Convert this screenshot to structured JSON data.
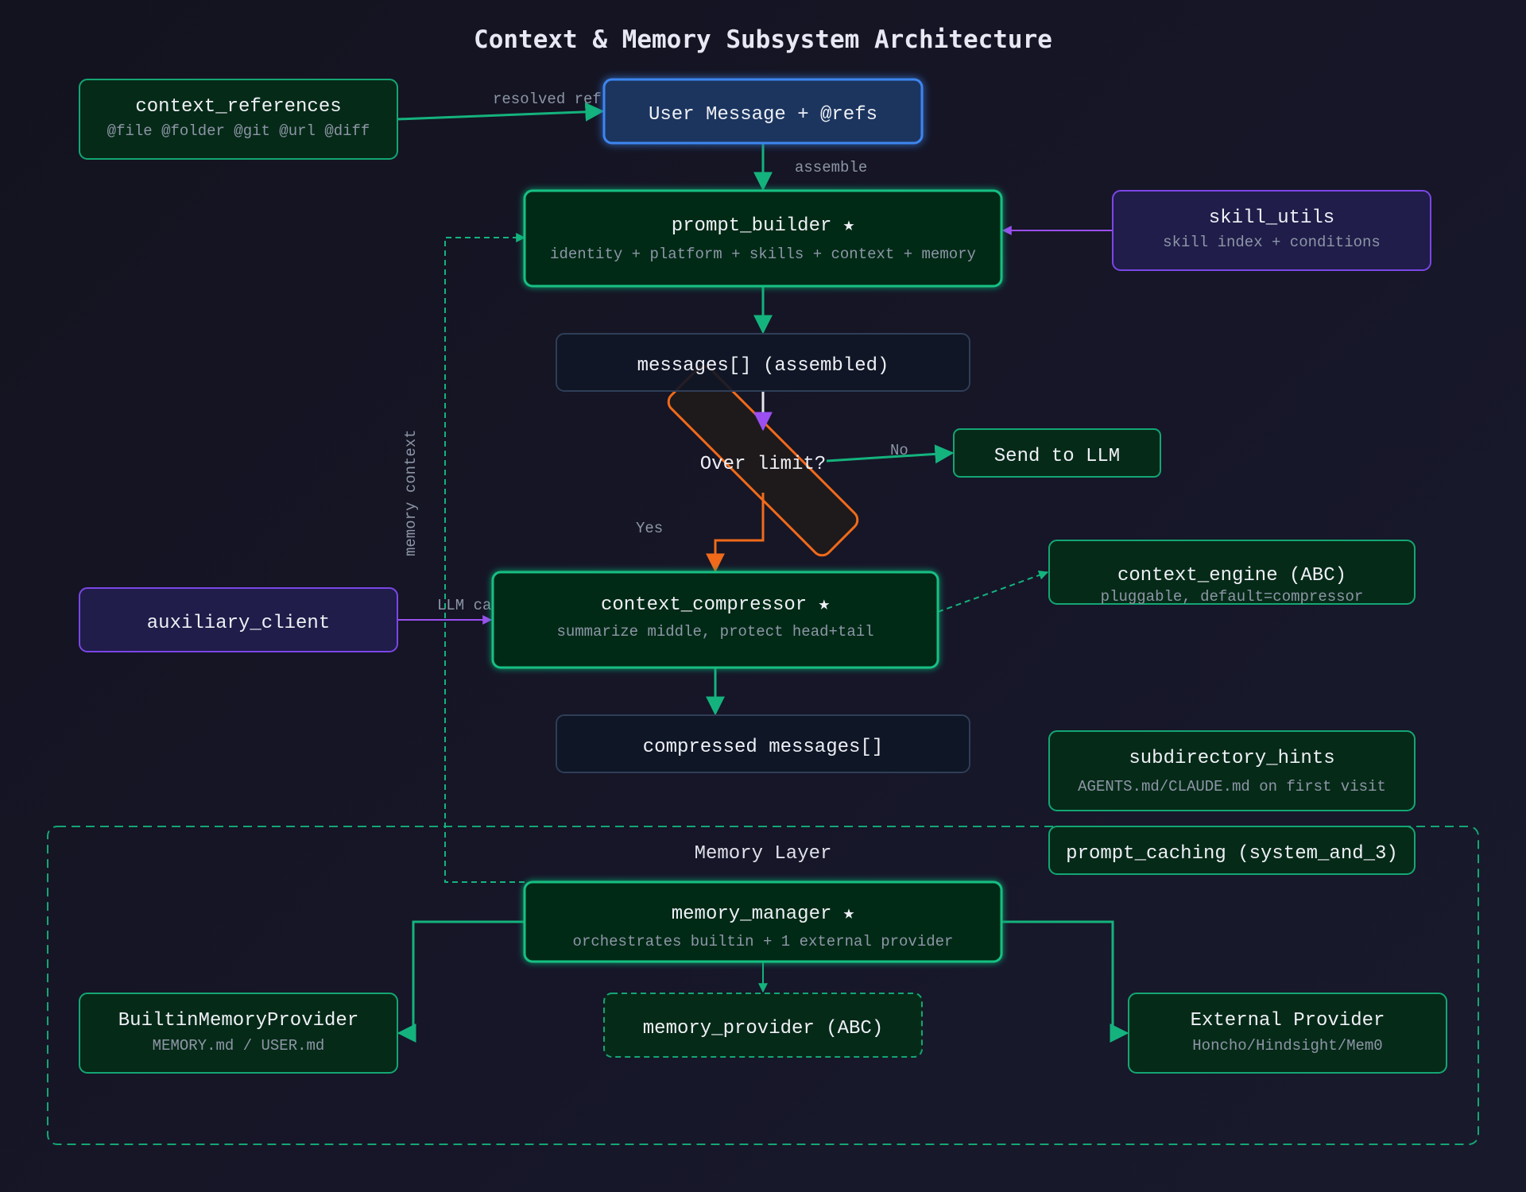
{
  "title": "Context & Memory Subsystem Architecture",
  "colors": {
    "green_edge": "#14b37d",
    "purple_edge": "#9b4ff0",
    "orange_edge": "#f06a1a",
    "white_edge": "#e6e6ee",
    "blue_border": "#3d86f0"
  },
  "nodes": {
    "context_references": {
      "title": "context_references",
      "subtitle": "@file @folder @git @url @diff"
    },
    "user_message": {
      "title": "User Message + @refs"
    },
    "prompt_builder": {
      "title": "prompt_builder ★",
      "subtitle": "identity + platform + skills + context + memory"
    },
    "skill_utils": {
      "title": "skill_utils",
      "subtitle": "skill index + conditions"
    },
    "messages_assembled": {
      "title": "messages[] (assembled)"
    },
    "over_limit": {
      "title": "Over limit?"
    },
    "send_to_llm": {
      "title": "Send to LLM"
    },
    "auxiliary_client": {
      "title": "auxiliary_client"
    },
    "context_compressor": {
      "title": "context_compressor ★",
      "subtitle": "summarize middle, protect head+tail"
    },
    "context_engine": {
      "title": "context_engine (ABC)",
      "subtitle": "pluggable, default=compressor"
    },
    "compressed_messages": {
      "title": "compressed messages[]"
    },
    "subdirectory_hints": {
      "title": "subdirectory_hints",
      "subtitle": "AGENTS.md/CLAUDE.md on first visit"
    },
    "prompt_caching": {
      "title": "prompt_caching (system_and_3)"
    },
    "memory_manager": {
      "title": "memory_manager ★",
      "subtitle": "orchestrates builtin + 1 external provider"
    },
    "builtin_memory_provider": {
      "title": "BuiltinMemoryProvider",
      "subtitle": "MEMORY.md / USER.md"
    },
    "memory_provider": {
      "title": "memory_provider (ABC)"
    },
    "external_provider": {
      "title": "External Provider",
      "subtitle": "Honcho/Hindsight/Mem0"
    }
  },
  "edge_labels": {
    "resolved_refs": "resolved refs",
    "assemble": "assemble",
    "no": "No",
    "yes": "Yes",
    "llm_call": "LLM call",
    "memory_context": "memory context"
  },
  "groups": {
    "memory_layer": "Memory Layer"
  }
}
